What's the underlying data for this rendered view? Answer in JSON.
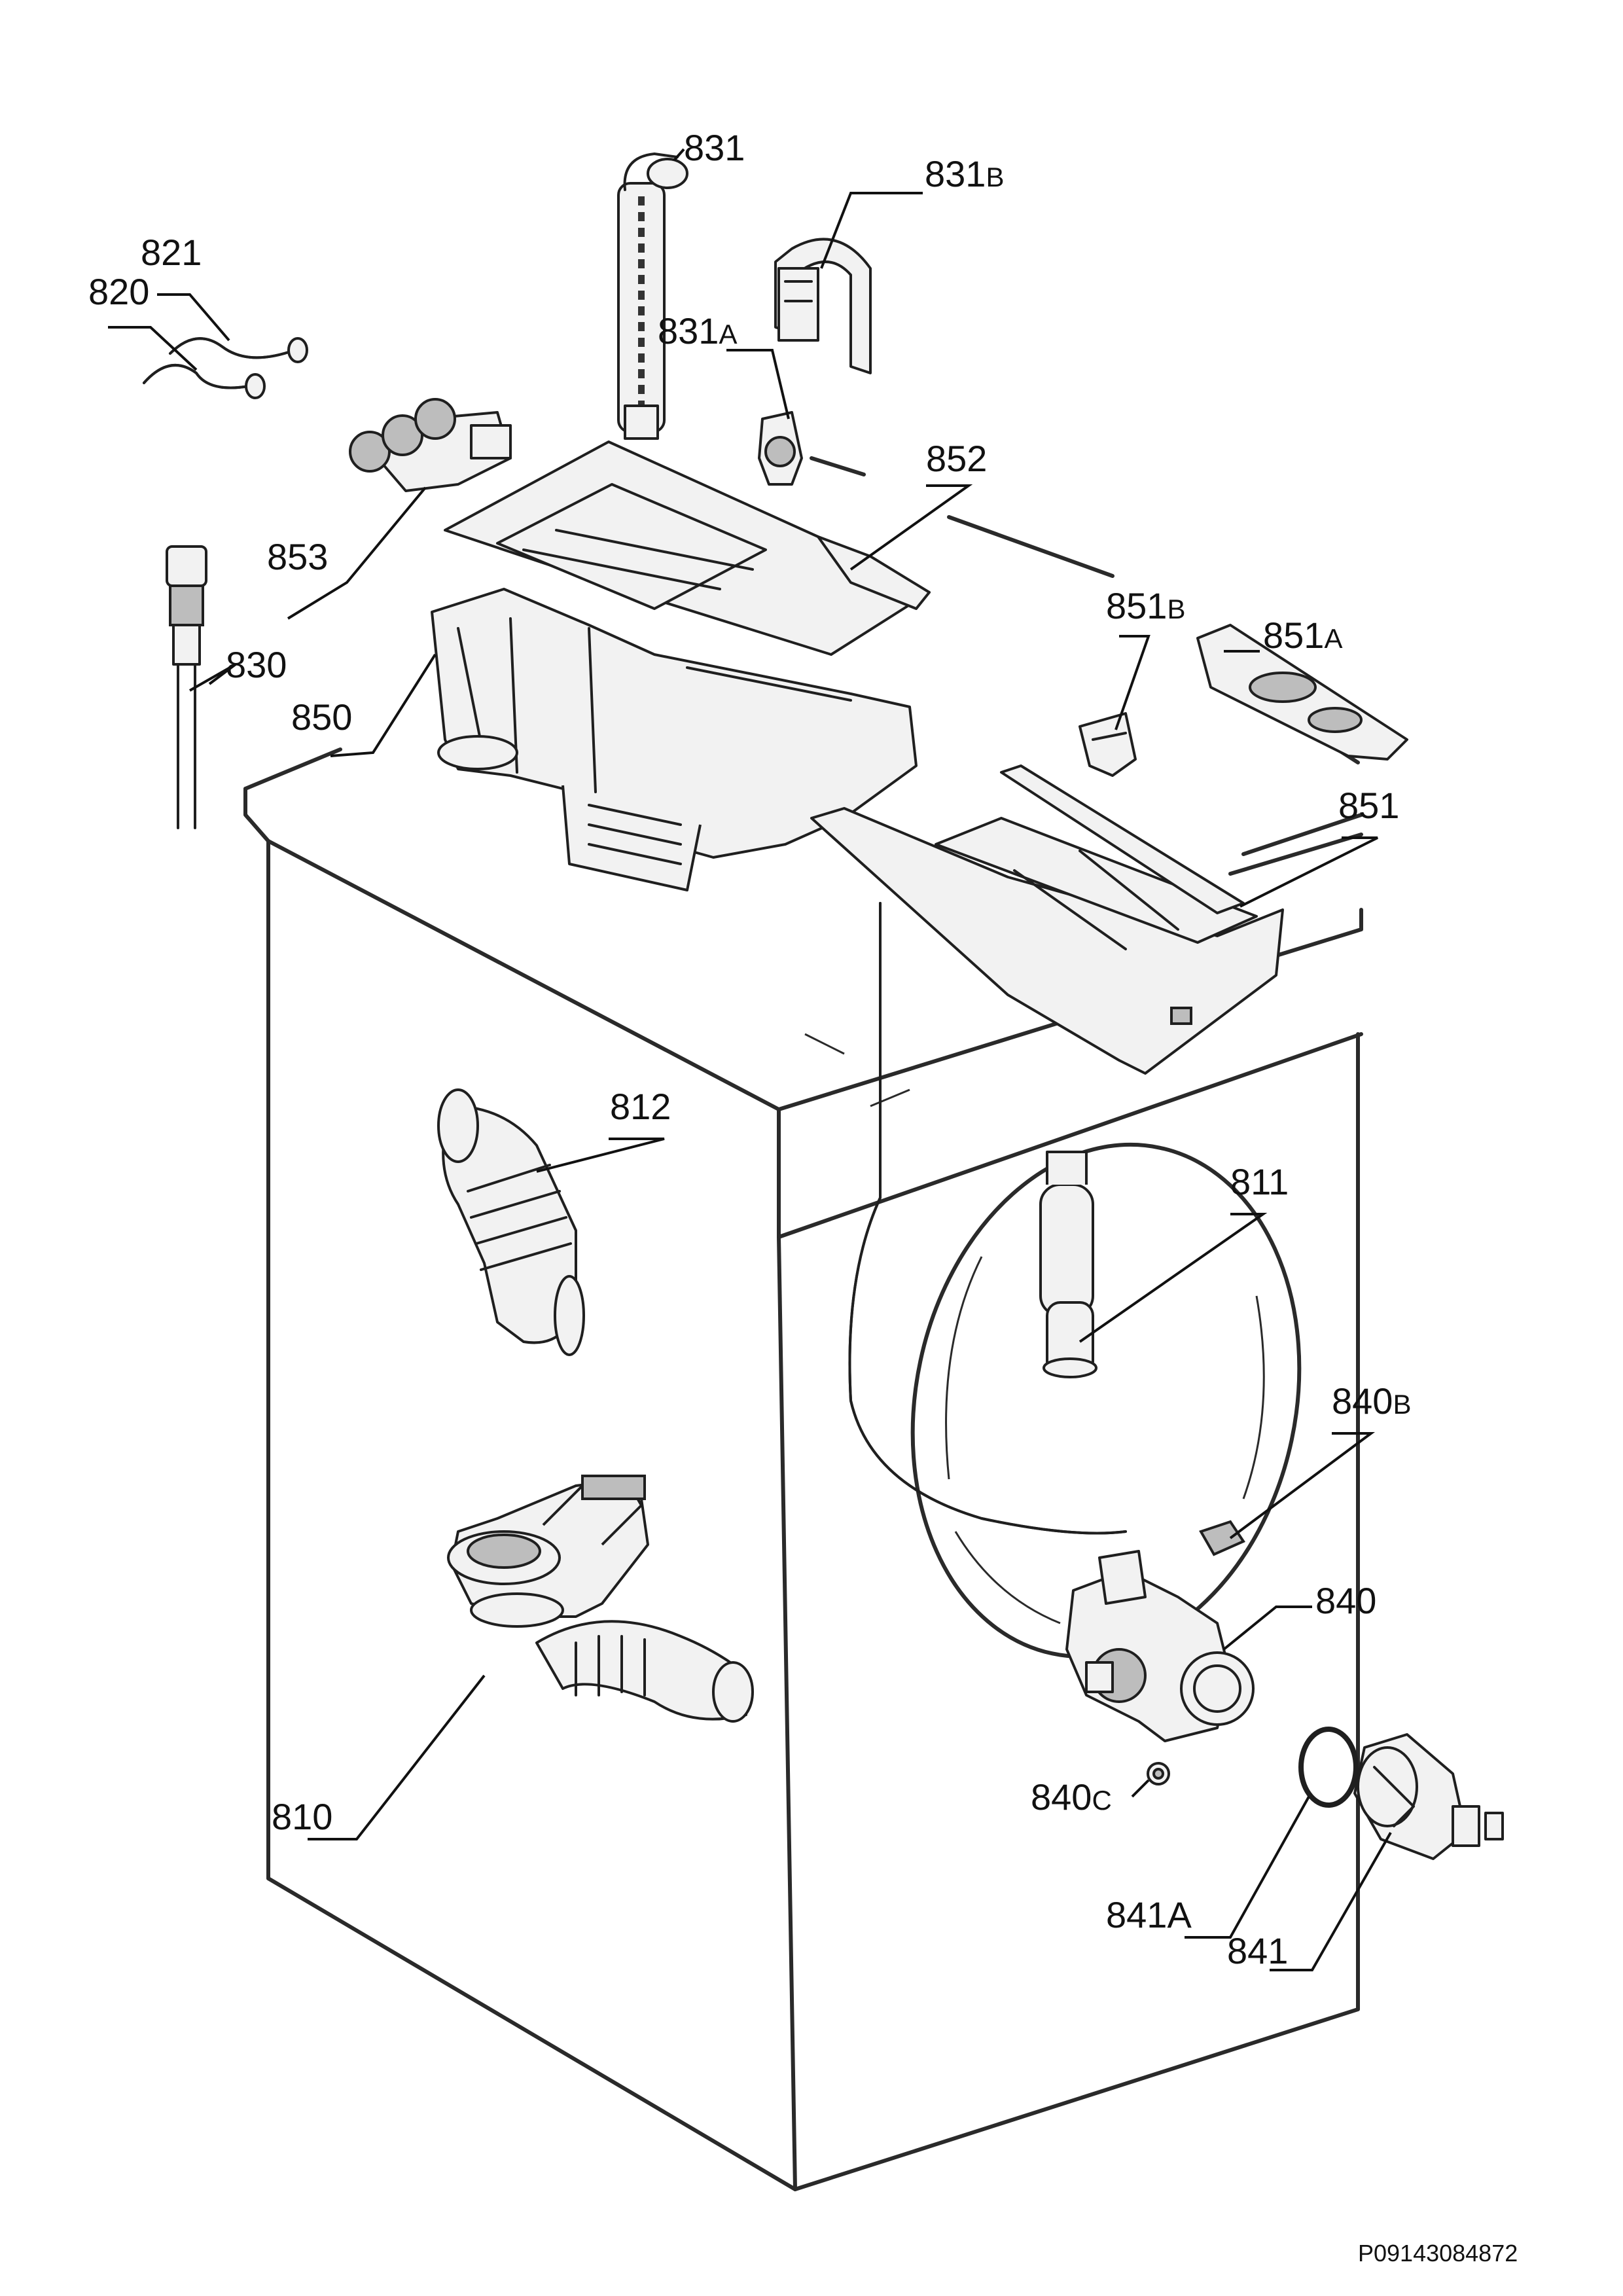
{
  "diagram": {
    "reference_code": "P09143084872",
    "callouts": {
      "c810": "810",
      "c811": "811",
      "c812": "812",
      "c820": "820",
      "c821": "821",
      "c830": "830",
      "c831": "831",
      "c831A": {
        "num": "831",
        "suffix": "A"
      },
      "c831B": {
        "num": "831",
        "suffix": "B"
      },
      "c840": "840",
      "c840B": {
        "num": "840",
        "suffix": "B"
      },
      "c840C": {
        "num": "840",
        "suffix": "C"
      },
      "c841": "841",
      "c841A": {
        "num": "841",
        "suffix": "A"
      },
      "c850": "850",
      "c851": "851",
      "c851A": {
        "num": "851",
        "suffix": "A"
      },
      "c851B": {
        "num": "851",
        "suffix": "B"
      },
      "c852": "852",
      "c853": "853"
    }
  }
}
